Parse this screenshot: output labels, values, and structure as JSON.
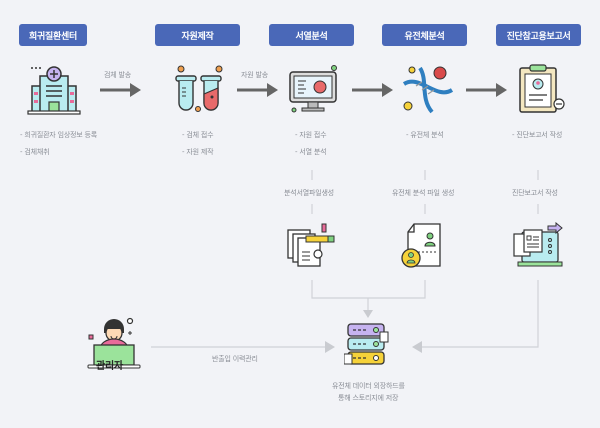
{
  "stages": [
    {
      "title": "희귀질환센터",
      "icon": "hospital-icon",
      "items": [
        "- 희귀질환자 임상정보 등록",
        "- 검체채취"
      ]
    },
    {
      "title": "자원제작",
      "icon": "test-tubes-icon",
      "items": [
        "- 검체 접수",
        "- 자원 제작"
      ]
    },
    {
      "title": "서열분석",
      "icon": "monitor-virus-icon",
      "items": [
        "- 자원 접수",
        "- 서열 분석"
      ]
    },
    {
      "title": "유전체분석",
      "icon": "dna-icon",
      "items": [
        "- 유전체 분석"
      ]
    },
    {
      "title": "진단참고용보고서",
      "icon": "clipboard-report-icon",
      "items": [
        "- 진단보고서 작성"
      ]
    }
  ],
  "arrows": [
    {
      "label": "검체 발송"
    },
    {
      "label": "자원 발송"
    },
    {
      "label": ""
    },
    {
      "label": ""
    }
  ],
  "outputs": [
    {
      "label": "분석서열파일생성",
      "icon": "sequence-files-icon"
    },
    {
      "label": "유전체 분석 파일 생성",
      "icon": "genome-file-icon"
    },
    {
      "label": "진단보고서 작성",
      "icon": "laptop-report-icon"
    }
  ],
  "admin": {
    "label": "관리자",
    "flow_label": "반출입 이력관리"
  },
  "storage": {
    "caption_line1": "유전체 데이터 외장하드를",
    "caption_line2": "통해 스토리지에 저장"
  },
  "colors": {
    "stage_button": "#4a68b8",
    "arrow": "#666666",
    "connector": "#cfd1d6",
    "background": "#f2f3f7"
  }
}
